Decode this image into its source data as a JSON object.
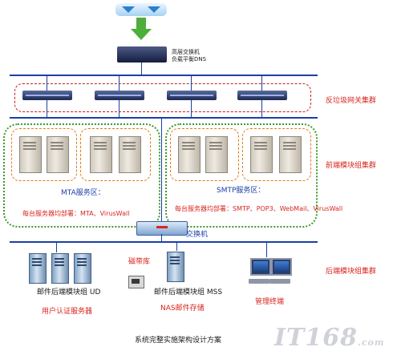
{
  "top": {
    "switch_label_1": "高层交换机",
    "switch_label_2": "负载平衡DNS"
  },
  "clusters": {
    "anti_spam": "反垃圾网关集群",
    "frontend": "前端模块组集群",
    "backend": "后端模块组集群"
  },
  "mta": {
    "title": "MTA服务区：",
    "detail": "每台服务器均部署：MTA、VirusWall"
  },
  "smtp": {
    "title": "SMTP服务区：",
    "detail": "每台服务器均部署：SMTP、POP3、WebMail、VirusWall"
  },
  "switch": {
    "label": "交换机"
  },
  "backend": {
    "tape_label": "磁带库",
    "ud_label": "邮件后端模块组 UD",
    "ud_role": "用户认证服务器",
    "mss_label": "邮件后端模块组 MSS",
    "mss_role": "NAS邮件存储",
    "terminal_label": "管理终端"
  },
  "caption": "系统完整实施架构设计方案",
  "watermark": {
    "brand": "IT168",
    "suffix": ".com"
  },
  "colors": {
    "bus": "#1b3fa8",
    "red": "#d8261e",
    "green": "#3d9a2b",
    "orange": "#e07b13"
  },
  "icons": [
    "cloud-icon",
    "arrow-down-icon",
    "router-icon",
    "server-icon",
    "switch-icon",
    "tape-library-icon",
    "monitor-icon"
  ]
}
